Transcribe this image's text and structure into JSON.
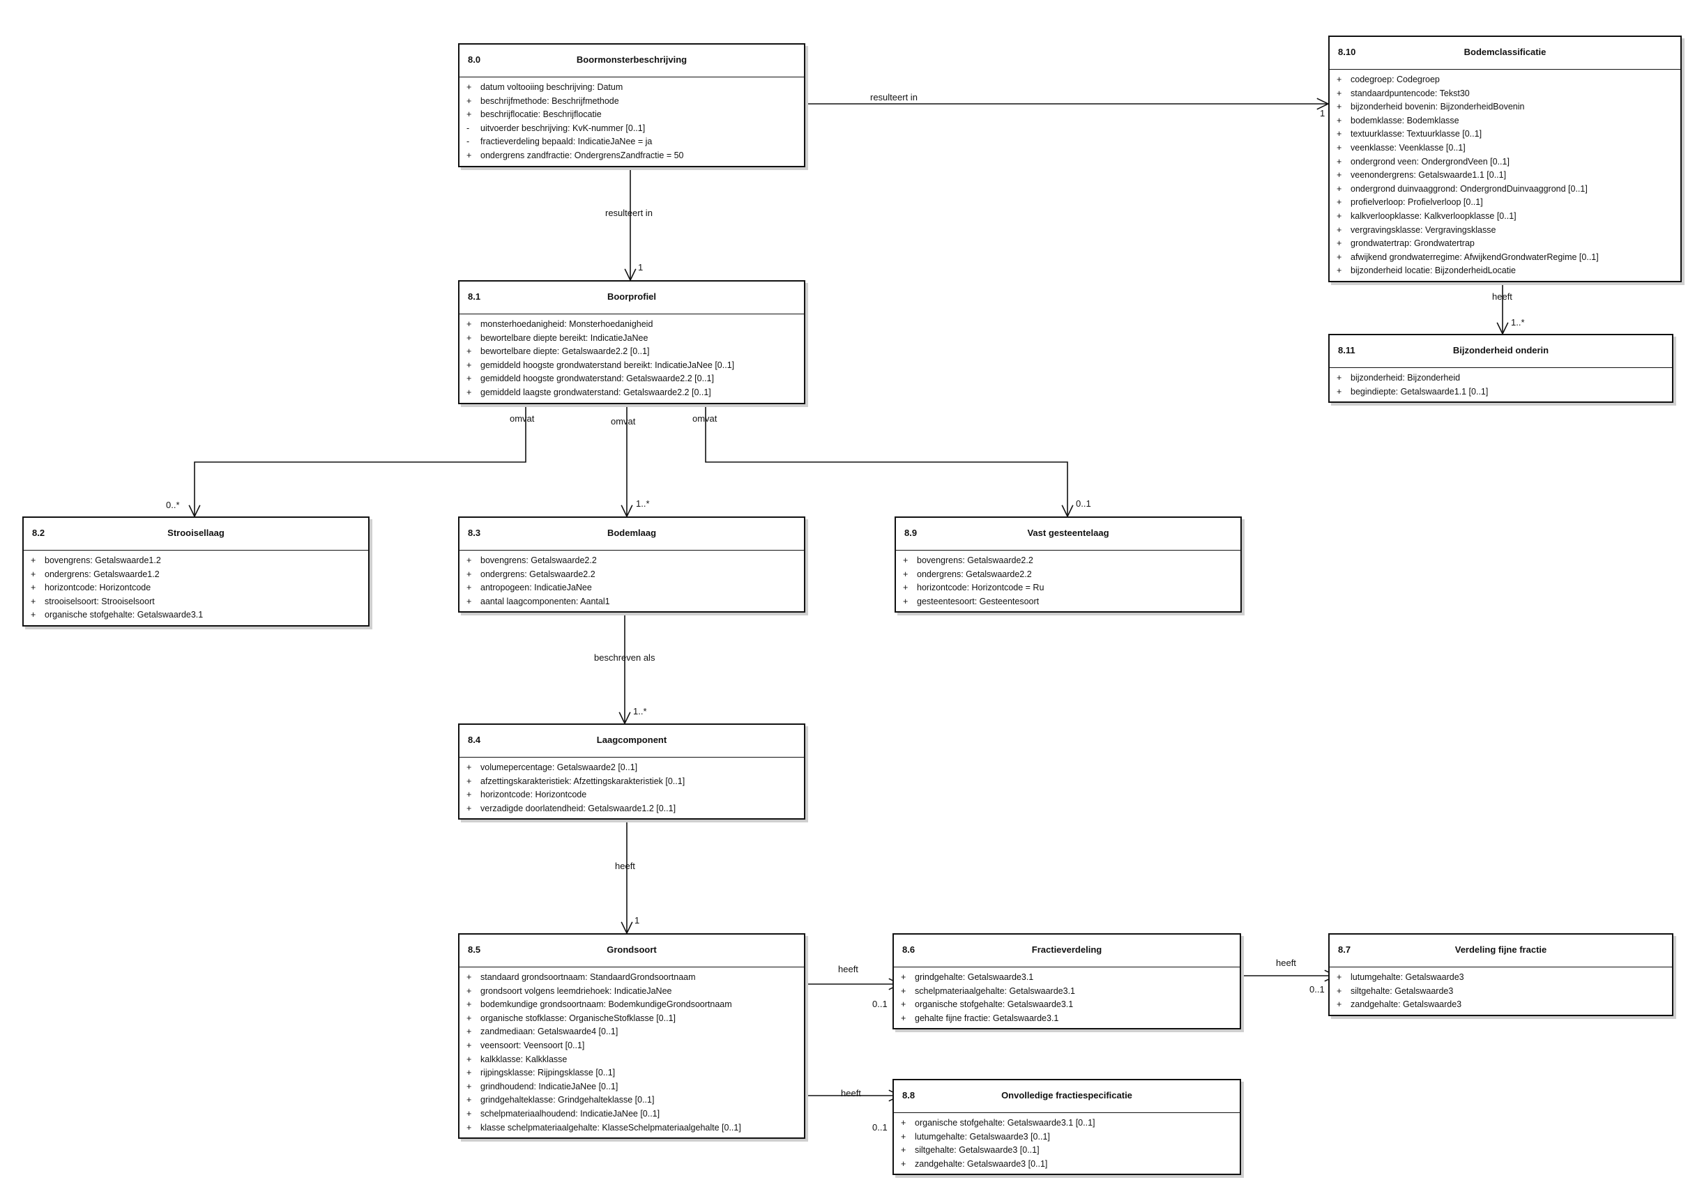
{
  "classes": [
    {
      "id": "c80",
      "number": "8.0",
      "name": "Boormonsterbeschrijving",
      "attributes": [
        {
          "vis": "+",
          "text": "datum voltooiing beschrijving: Datum"
        },
        {
          "vis": "+",
          "text": "beschrijfmethode: Beschrijfmethode"
        },
        {
          "vis": "+",
          "text": "beschrijflocatie: Beschrijflocatie"
        },
        {
          "vis": "-",
          "text": "uitvoerder beschrijving: KvK-nummer [0..1]"
        },
        {
          "vis": "-",
          "text": "fractieverdeling bepaald: IndicatieJaNee = ja"
        },
        {
          "vis": "+",
          "text": "ondergrens zandfractie: OndergrensZandfractie = 50"
        }
      ]
    },
    {
      "id": "c810",
      "number": "8.10",
      "name": "Bodemclassificatie",
      "attributes": [
        {
          "vis": "+",
          "text": "codegroep: Codegroep"
        },
        {
          "vis": "+",
          "text": "standaardpuntencode: Tekst30"
        },
        {
          "vis": "+",
          "text": "bijzonderheid bovenin: BijzonderheidBovenin"
        },
        {
          "vis": "+",
          "text": "bodemklasse: Bodemklasse"
        },
        {
          "vis": "+",
          "text": "textuurklasse: Textuurklasse [0..1]"
        },
        {
          "vis": "+",
          "text": "veenklasse: Veenklasse [0..1]"
        },
        {
          "vis": "+",
          "text": "ondergrond veen: OndergrondVeen [0..1]"
        },
        {
          "vis": "+",
          "text": "veenondergrens: Getalswaarde1.1 [0..1]"
        },
        {
          "vis": "+",
          "text": "ondergrond duinvaaggrond: OndergrondDuinvaaggrond [0..1]"
        },
        {
          "vis": "+",
          "text": "profielverloop: Profielverloop [0..1]"
        },
        {
          "vis": "+",
          "text": "kalkverloopklasse: Kalkverloopklasse [0..1]"
        },
        {
          "vis": "+",
          "text": "vergravingsklasse: Vergravingsklasse"
        },
        {
          "vis": "+",
          "text": "grondwatertrap: Grondwatertrap"
        },
        {
          "vis": "+",
          "text": "afwijkend grondwaterregime: AfwijkendGrondwaterRegime [0..1]"
        },
        {
          "vis": "+",
          "text": "bijzonderheid locatie: BijzonderheidLocatie"
        }
      ]
    },
    {
      "id": "c81",
      "number": "8.1",
      "name": "Boorprofiel",
      "attributes": [
        {
          "vis": "+",
          "text": "monsterhoedanigheid: Monsterhoedanigheid"
        },
        {
          "vis": "+",
          "text": "bewortelbare diepte bereikt: IndicatieJaNee"
        },
        {
          "vis": "+",
          "text": "bewortelbare diepte: Getalswaarde2.2 [0..1]"
        },
        {
          "vis": "+",
          "text": "gemiddeld hoogste grondwaterstand bereikt: IndicatieJaNee [0..1]"
        },
        {
          "vis": "+",
          "text": "gemiddeld hoogste grondwaterstand: Getalswaarde2.2 [0..1]"
        },
        {
          "vis": "+",
          "text": "gemiddeld laagste grondwaterstand: Getalswaarde2.2 [0..1]"
        }
      ]
    },
    {
      "id": "c811",
      "number": "8.11",
      "name": "Bijzonderheid onderin",
      "attributes": [
        {
          "vis": "+",
          "text": "bijzonderheid: Bijzonderheid"
        },
        {
          "vis": "+",
          "text": "begindiepte: Getalswaarde1.1 [0..1]"
        }
      ]
    },
    {
      "id": "c82",
      "number": "8.2",
      "name": "Strooisellaag",
      "attributes": [
        {
          "vis": "+",
          "text": "bovengrens: Getalswaarde1.2"
        },
        {
          "vis": "+",
          "text": "ondergrens: Getalswaarde1.2"
        },
        {
          "vis": "+",
          "text": "horizontcode: Horizontcode"
        },
        {
          "vis": "+",
          "text": "strooiselsoort: Strooiselsoort"
        },
        {
          "vis": "+",
          "text": "organische stofgehalte: Getalswaarde3.1"
        }
      ]
    },
    {
      "id": "c83",
      "number": "8.3",
      "name": "Bodemlaag",
      "attributes": [
        {
          "vis": "+",
          "text": "bovengrens: Getalswaarde2.2"
        },
        {
          "vis": "+",
          "text": "ondergrens: Getalswaarde2.2"
        },
        {
          "vis": "+",
          "text": "antropogeen: IndicatieJaNee"
        },
        {
          "vis": "+",
          "text": "aantal laagcomponenten: Aantal1"
        }
      ]
    },
    {
      "id": "c89",
      "number": "8.9",
      "name": "Vast gesteentelaag",
      "attributes": [
        {
          "vis": "+",
          "text": "bovengrens: Getalswaarde2.2"
        },
        {
          "vis": "+",
          "text": "ondergrens: Getalswaarde2.2"
        },
        {
          "vis": "+",
          "text": "horizontcode: Horizontcode = Ru"
        },
        {
          "vis": "+",
          "text": "gesteentesoort: Gesteentesoort"
        }
      ]
    },
    {
      "id": "c84",
      "number": "8.4",
      "name": "Laagcomponent",
      "attributes": [
        {
          "vis": "+",
          "text": "volumepercentage: Getalswaarde2 [0..1]"
        },
        {
          "vis": "+",
          "text": "afzettingskarakteristiek: Afzettingskarakteristiek [0..1]"
        },
        {
          "vis": "+",
          "text": "horizontcode: Horizontcode"
        },
        {
          "vis": "+",
          "text": "verzadigde doorlatendheid: Getalswaarde1.2 [0..1]"
        }
      ]
    },
    {
      "id": "c85",
      "number": "8.5",
      "name": "Grondsoort",
      "attributes": [
        {
          "vis": "+",
          "text": "standaard grondsoortnaam: StandaardGrondsoortnaam"
        },
        {
          "vis": "+",
          "text": "grondsoort volgens leemdriehoek: IndicatieJaNee"
        },
        {
          "vis": "+",
          "text": "bodemkundige grondsoortnaam: BodemkundigeGrondsoortnaam"
        },
        {
          "vis": "+",
          "text": "organische stofklasse: OrganischeStofklasse [0..1]"
        },
        {
          "vis": "+",
          "text": "zandmediaan: Getalswaarde4 [0..1]"
        },
        {
          "vis": "+",
          "text": "veensoort: Veensoort [0..1]"
        },
        {
          "vis": "+",
          "text": "kalkklasse: Kalkklasse"
        },
        {
          "vis": "+",
          "text": "rijpingsklasse: Rijpingsklasse [0..1]"
        },
        {
          "vis": "+",
          "text": "grindhoudend: IndicatieJaNee [0..1]"
        },
        {
          "vis": "+",
          "text": "grindgehalteklasse: Grindgehalteklasse [0..1]"
        },
        {
          "vis": "+",
          "text": "schelpmateriaalhoudend: IndicatieJaNee [0..1]"
        },
        {
          "vis": "+",
          "text": "klasse schelpmateriaalgehalte: KlasseSchelpmateriaalgehalte [0..1]"
        }
      ]
    },
    {
      "id": "c86",
      "number": "8.6",
      "name": "Fractieverdeling",
      "attributes": [
        {
          "vis": "+",
          "text": "grindgehalte: Getalswaarde3.1"
        },
        {
          "vis": "+",
          "text": "schelpmateriaalgehalte: Getalswaarde3.1"
        },
        {
          "vis": "+",
          "text": "organische stofgehalte: Getalswaarde3.1"
        },
        {
          "vis": "+",
          "text": "gehalte fijne fractie: Getalswaarde3.1"
        }
      ]
    },
    {
      "id": "c87",
      "number": "8.7",
      "name": "Verdeling fijne fractie",
      "attributes": [
        {
          "vis": "+",
          "text": "lutumgehalte: Getalswaarde3"
        },
        {
          "vis": "+",
          "text": "siltgehalte: Getalswaarde3"
        },
        {
          "vis": "+",
          "text": "zandgehalte: Getalswaarde3"
        }
      ]
    },
    {
      "id": "c88",
      "number": "8.8",
      "name": "Onvolledige fractiespecificatie",
      "attributes": [
        {
          "vis": "+",
          "text": "organische stofgehalte: Getalswaarde3.1 [0..1]"
        },
        {
          "vis": "+",
          "text": "lutumgehalte: Getalswaarde3 [0..1]"
        },
        {
          "vis": "+",
          "text": "siltgehalte: Getalswaarde3 [0..1]"
        },
        {
          "vis": "+",
          "text": "zandgehalte: Getalswaarde3 [0..1]"
        }
      ]
    }
  ],
  "associations": [
    {
      "id": "a1",
      "from": "c80",
      "to": "c810",
      "label": "resulteert in",
      "multiplicity": "1"
    },
    {
      "id": "a2",
      "from": "c80",
      "to": "c81",
      "label": "resulteert in",
      "multiplicity": "1"
    },
    {
      "id": "a3",
      "from": "c810",
      "to": "c811",
      "label": "heeft",
      "multiplicity": "1..*"
    },
    {
      "id": "a4",
      "from": "c81",
      "to": "c82",
      "label": "omvat",
      "multiplicity": "0..*"
    },
    {
      "id": "a5",
      "from": "c81",
      "to": "c83",
      "label": "omvat",
      "multiplicity": "1..*"
    },
    {
      "id": "a6",
      "from": "c81",
      "to": "c89",
      "label": "omvat",
      "multiplicity": "0..1"
    },
    {
      "id": "a7",
      "from": "c83",
      "to": "c84",
      "label": "beschreven als",
      "multiplicity": "1..*"
    },
    {
      "id": "a8",
      "from": "c84",
      "to": "c85",
      "label": "heeft",
      "multiplicity": "1"
    },
    {
      "id": "a9",
      "from": "c85",
      "to": "c86",
      "label": "heeft",
      "multiplicity": "0..1"
    },
    {
      "id": "a10",
      "from": "c86",
      "to": "c87",
      "label": "heeft",
      "multiplicity": "0..1"
    },
    {
      "id": "a11",
      "from": "c85",
      "to": "c88",
      "label": "heeft",
      "multiplicity": "0..1"
    }
  ]
}
